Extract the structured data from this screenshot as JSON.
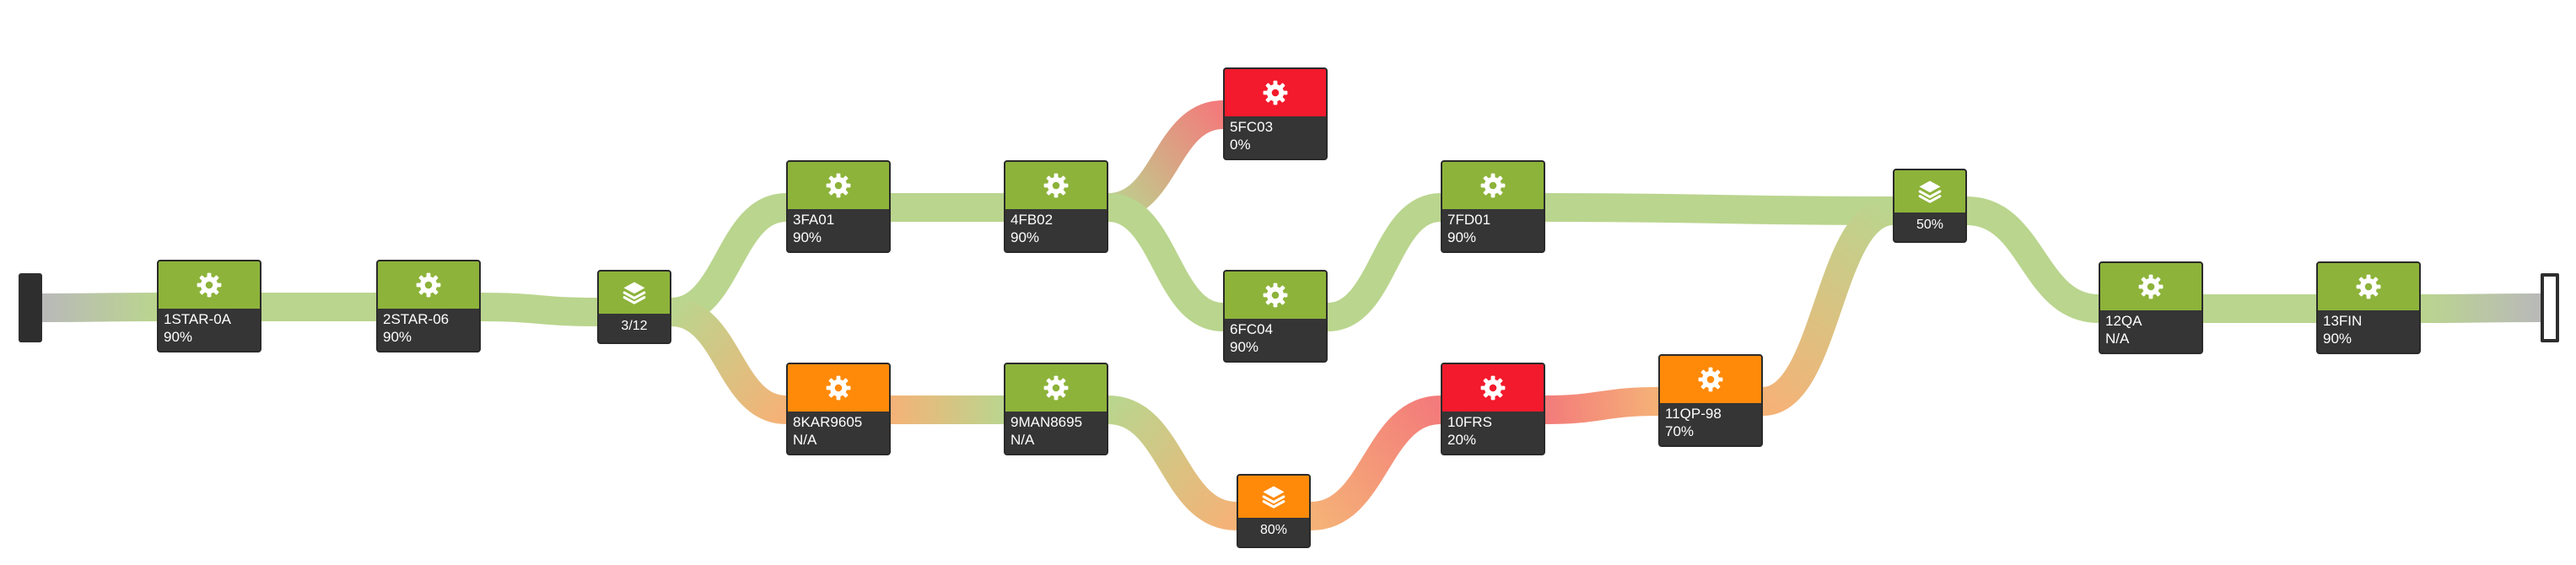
{
  "colors": {
    "green": "#8db33a",
    "orange": "#ff8a0a",
    "red": "#f21a2c",
    "dark": "#353535",
    "link_green": "#bad58e",
    "link_gray": "#b9b9b9",
    "link_orange": "#f5b277",
    "link_red": "#f37b7b"
  },
  "nodes": [
    {
      "id": "n1",
      "name": "1STAR-0A",
      "value": "90%",
      "status": "green",
      "icon": "gear-icon"
    },
    {
      "id": "n2",
      "name": "2STAR-06",
      "value": "90%",
      "status": "green",
      "icon": "gear-icon"
    },
    {
      "id": "g1",
      "name": "",
      "value": "3/12",
      "status": "green",
      "icon": "layers-icon"
    },
    {
      "id": "n3",
      "name": "3FA01",
      "value": "90%",
      "status": "green",
      "icon": "gear-icon"
    },
    {
      "id": "n4",
      "name": "4FB02",
      "value": "90%",
      "status": "green",
      "icon": "gear-icon"
    },
    {
      "id": "n5",
      "name": "5FC03",
      "value": "0%",
      "status": "red",
      "icon": "gear-icon"
    },
    {
      "id": "n6",
      "name": "6FC04",
      "value": "90%",
      "status": "green",
      "icon": "gear-icon"
    },
    {
      "id": "n7",
      "name": "7FD01",
      "value": "90%",
      "status": "green",
      "icon": "gear-icon"
    },
    {
      "id": "n8",
      "name": "8KAR9605",
      "value": "N/A",
      "status": "orange",
      "icon": "gear-icon"
    },
    {
      "id": "n9",
      "name": "9MAN8695",
      "value": "N/A",
      "status": "green",
      "icon": "gear-icon"
    },
    {
      "id": "g2",
      "name": "",
      "value": "80%",
      "status": "orange",
      "icon": "layers-icon"
    },
    {
      "id": "n10",
      "name": "10FRS",
      "value": "20%",
      "status": "red",
      "icon": "gear-icon"
    },
    {
      "id": "n11",
      "name": "11QP-98",
      "value": "70%",
      "status": "orange",
      "icon": "gear-icon"
    },
    {
      "id": "g3",
      "name": "",
      "value": "50%",
      "status": "green",
      "icon": "layers-icon"
    },
    {
      "id": "n12",
      "name": "12QA",
      "value": "N/A",
      "status": "green",
      "icon": "gear-icon"
    },
    {
      "id": "n13",
      "name": "13FIN",
      "value": "90%",
      "status": "green",
      "icon": "gear-icon"
    }
  ],
  "links": [
    {
      "from": "start",
      "to": "n1",
      "from_color": "link_gray",
      "to_color": "link_green"
    },
    {
      "from": "n1",
      "to": "n2",
      "from_color": "link_green",
      "to_color": "link_green"
    },
    {
      "from": "n2",
      "to": "g1",
      "from_color": "link_green",
      "to_color": "link_green"
    },
    {
      "from": "g1",
      "to": "n3",
      "from_color": "link_green",
      "to_color": "link_green"
    },
    {
      "from": "g1",
      "to": "n8",
      "from_color": "link_green",
      "to_color": "link_orange"
    },
    {
      "from": "n3",
      "to": "n4",
      "from_color": "link_green",
      "to_color": "link_green"
    },
    {
      "from": "n4",
      "to": "n5",
      "from_color": "link_green",
      "to_color": "link_red"
    },
    {
      "from": "n4",
      "to": "n6",
      "from_color": "link_green",
      "to_color": "link_green"
    },
    {
      "from": "n6",
      "to": "n7",
      "from_color": "link_green",
      "to_color": "link_green"
    },
    {
      "from": "n7",
      "to": "g3",
      "from_color": "link_green",
      "to_color": "link_green"
    },
    {
      "from": "n8",
      "to": "n9",
      "from_color": "link_orange",
      "to_color": "link_green"
    },
    {
      "from": "n9",
      "to": "g2",
      "from_color": "link_green",
      "to_color": "link_orange"
    },
    {
      "from": "g2",
      "to": "n10",
      "from_color": "link_orange",
      "to_color": "link_red"
    },
    {
      "from": "n10",
      "to": "n11",
      "from_color": "link_red",
      "to_color": "link_orange"
    },
    {
      "from": "n11",
      "to": "g3",
      "from_color": "link_orange",
      "to_color": "link_green"
    },
    {
      "from": "g3",
      "to": "n12",
      "from_color": "link_green",
      "to_color": "link_green"
    },
    {
      "from": "n12",
      "to": "n13",
      "from_color": "link_green",
      "to_color": "link_green"
    },
    {
      "from": "n13",
      "to": "end",
      "from_color": "link_green",
      "to_color": "link_gray"
    }
  ]
}
